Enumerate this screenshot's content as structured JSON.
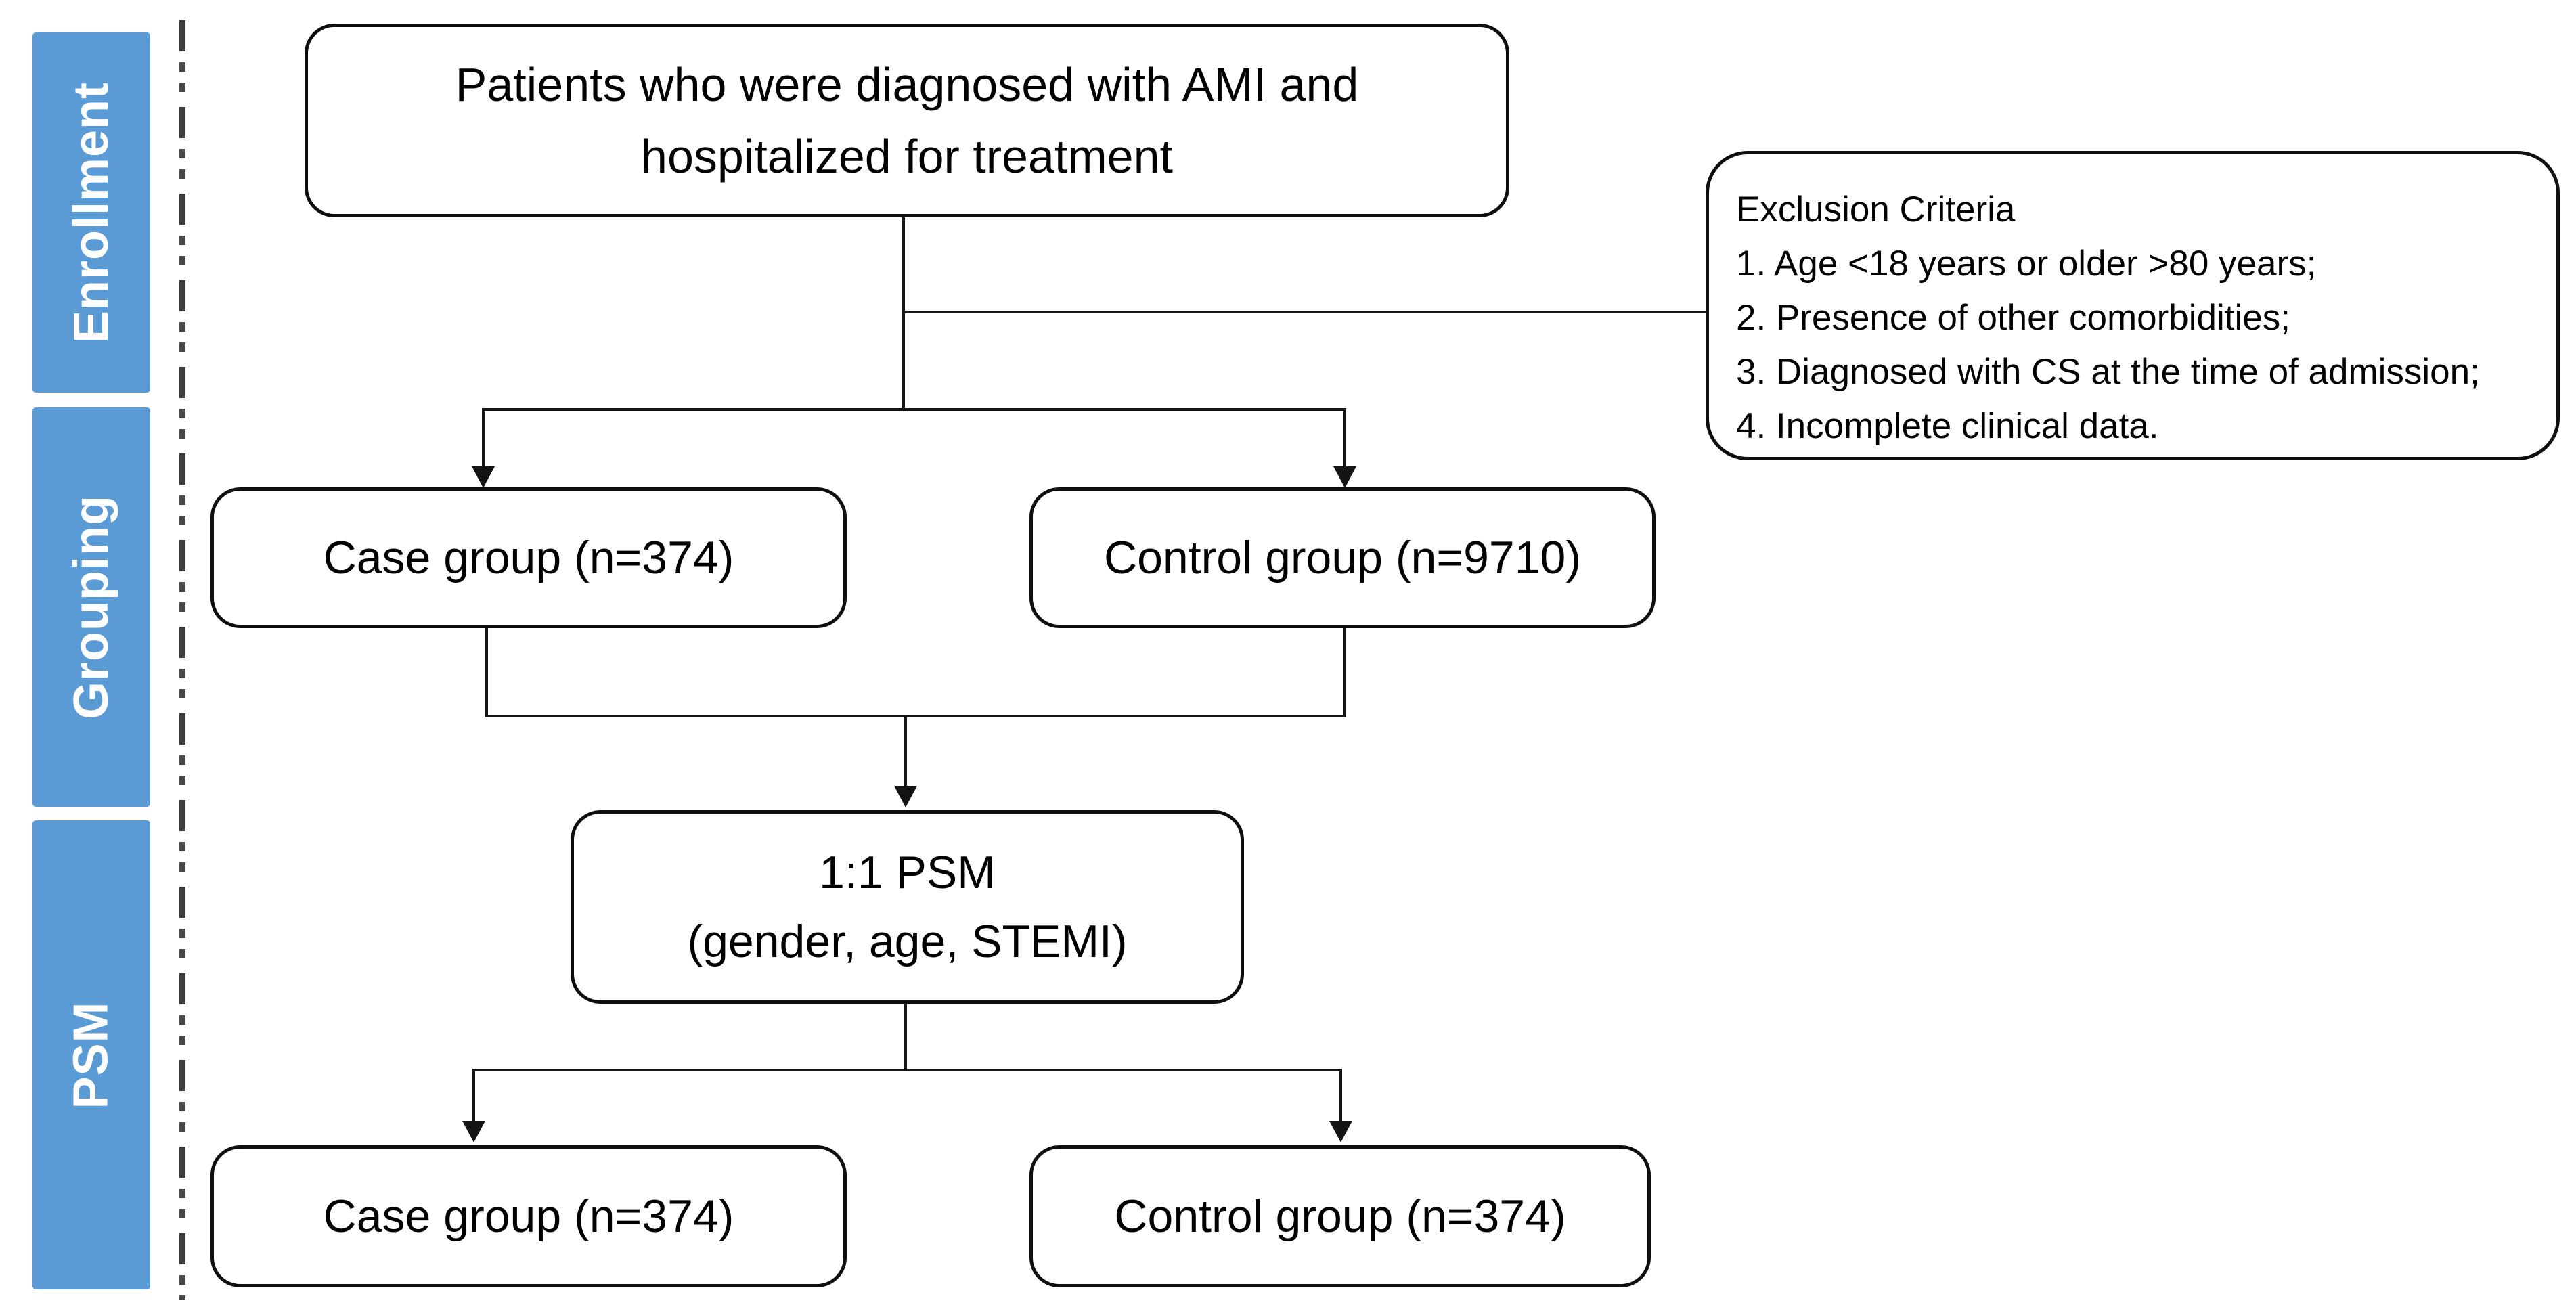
{
  "figure": {
    "background": "#ffffff",
    "accent_blue": "#5b9bd5",
    "line_color": "#141414"
  },
  "sidebar": {
    "bands": [
      {
        "label": "Enrollment"
      },
      {
        "label": "Grouping"
      },
      {
        "label": "PSM"
      }
    ]
  },
  "flowchart": {
    "top_box": {
      "line1": "Patients who were diagnosed with AMI and",
      "line2": "hospitalized for treatment"
    },
    "exclusion_box": {
      "title": "Exclusion Criteria",
      "items": [
        "1. Age <18 years or older >80 years;",
        "2. Presence of other comorbidities;",
        "3. Diagnosed with CS at the time of admission;",
        "4. Incomplete clinical data."
      ]
    },
    "case_group_1": "Case group (n=374)",
    "control_group_1": "Control group (n=9710)",
    "psm_box": {
      "line1": "1:1 PSM",
      "line2": "(gender, age, STEMI)"
    },
    "case_group_2": "Case group (n=374)",
    "control_group_2": "Control group (n=374)"
  }
}
